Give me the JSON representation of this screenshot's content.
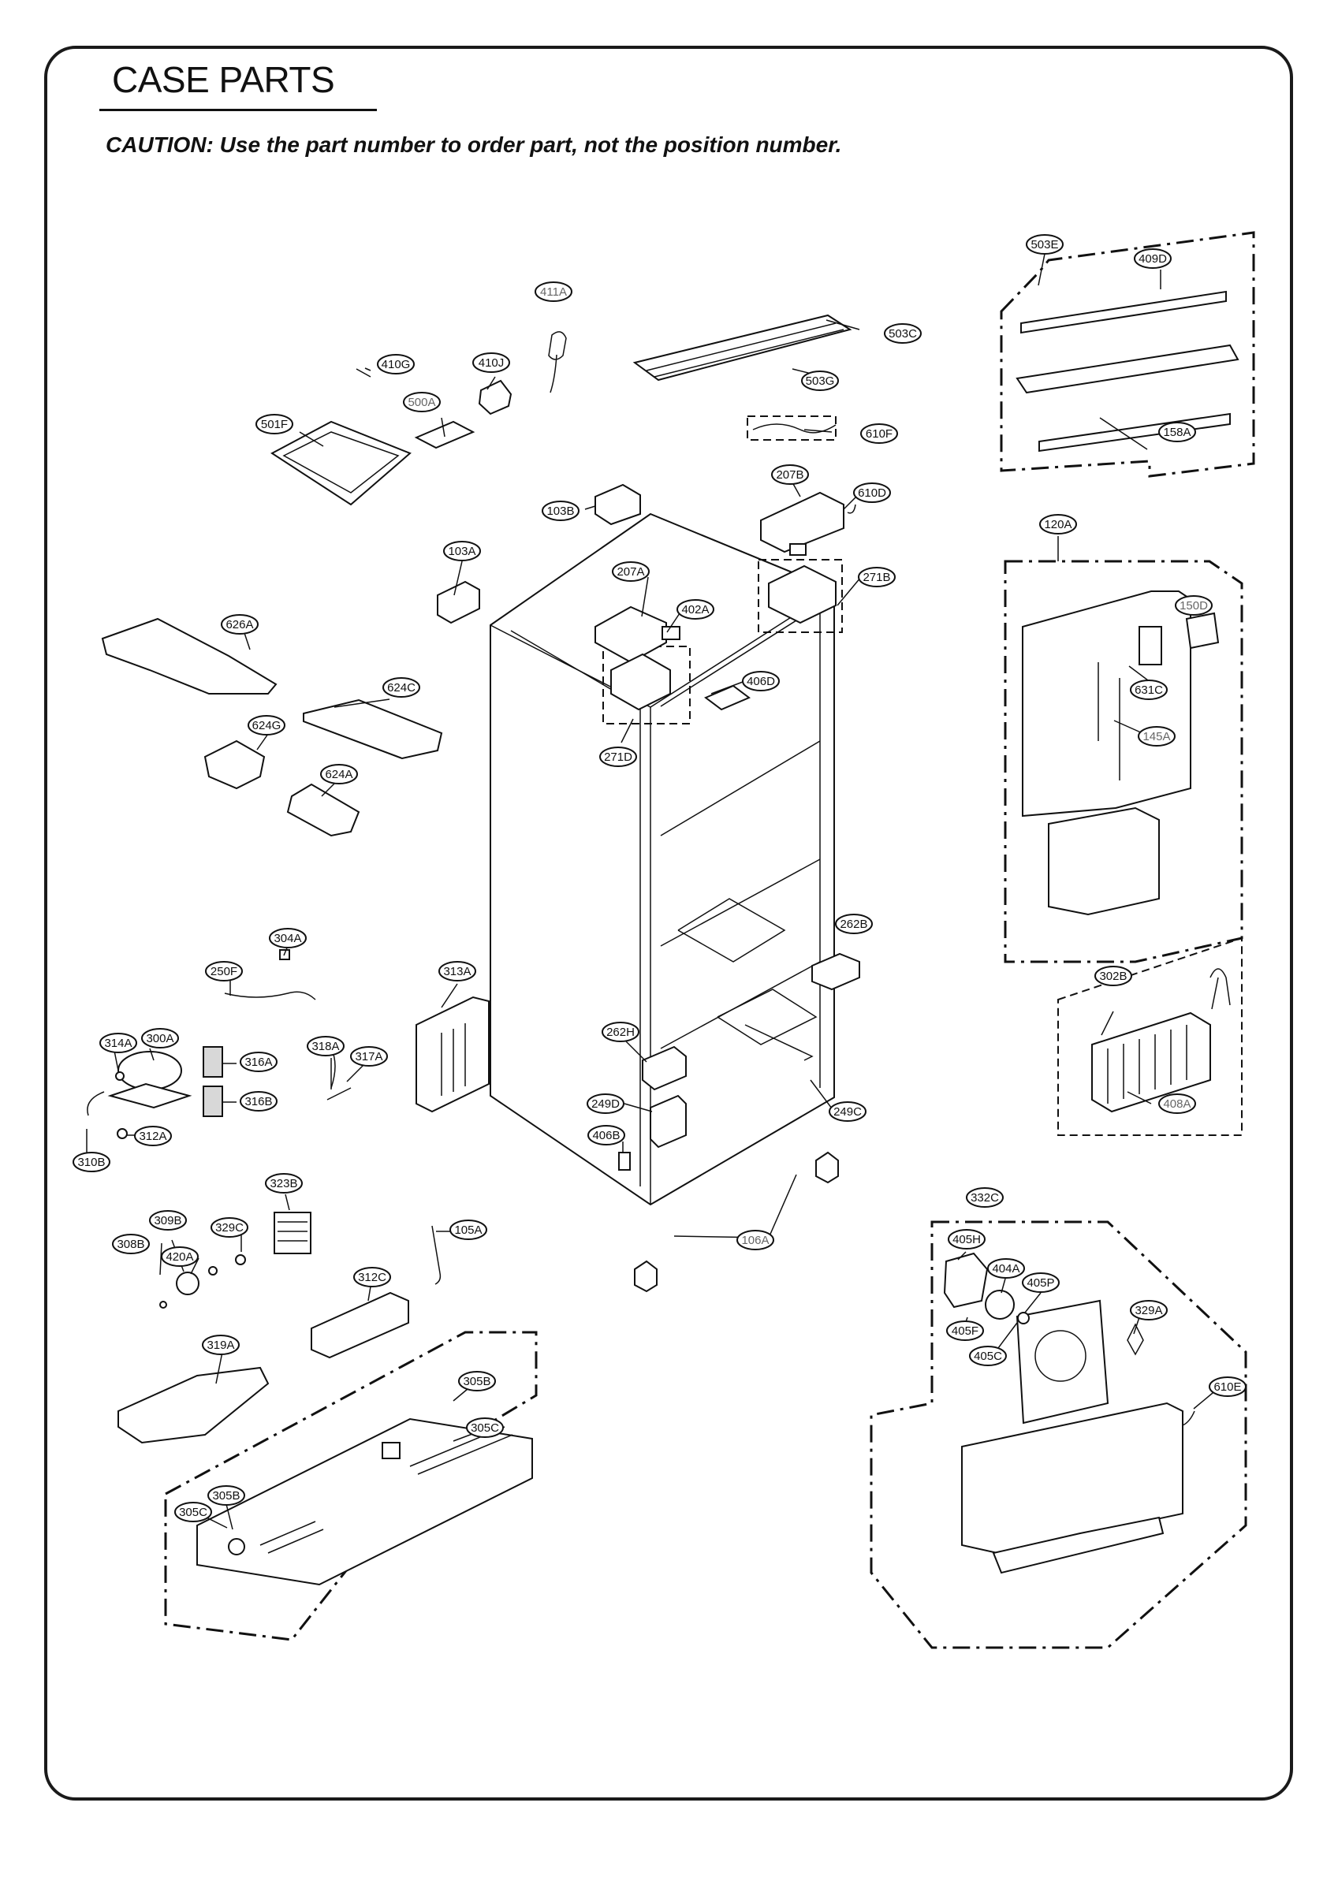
{
  "header": {
    "title": "CASE PARTS",
    "caution": "CAUTION: Use the part number to order part, not the position number."
  },
  "labels": [
    {
      "id": "503E",
      "text": "503E"
    },
    {
      "id": "409D",
      "text": "409D"
    },
    {
      "id": "411A",
      "text": "411A",
      "muted": true
    },
    {
      "id": "503C",
      "text": "503C"
    },
    {
      "id": "410G",
      "text": "410G"
    },
    {
      "id": "410J",
      "text": "410J"
    },
    {
      "id": "500A",
      "text": "500A",
      "muted": true
    },
    {
      "id": "501F",
      "text": "501F"
    },
    {
      "id": "503G",
      "text": "503G"
    },
    {
      "id": "610F",
      "text": "610F"
    },
    {
      "id": "158A",
      "text": "158A"
    },
    {
      "id": "207B",
      "text": "207B"
    },
    {
      "id": "610D",
      "text": "610D"
    },
    {
      "id": "103B",
      "text": "103B"
    },
    {
      "id": "120A",
      "text": "120A"
    },
    {
      "id": "103A",
      "text": "103A"
    },
    {
      "id": "207A",
      "text": "207A"
    },
    {
      "id": "271B",
      "text": "271B"
    },
    {
      "id": "402A",
      "text": "402A"
    },
    {
      "id": "626A",
      "text": "626A"
    },
    {
      "id": "150D",
      "text": "150D",
      "muted": true
    },
    {
      "id": "624C",
      "text": "624C"
    },
    {
      "id": "406D",
      "text": "406D"
    },
    {
      "id": "631C",
      "text": "631C"
    },
    {
      "id": "624G",
      "text": "624G"
    },
    {
      "id": "271D",
      "text": "271D"
    },
    {
      "id": "145A",
      "text": "145A",
      "muted": true
    },
    {
      "id": "624A",
      "text": "624A"
    },
    {
      "id": "304A",
      "text": "304A"
    },
    {
      "id": "262B",
      "text": "262B"
    },
    {
      "id": "250F",
      "text": "250F"
    },
    {
      "id": "313A",
      "text": "313A"
    },
    {
      "id": "302B",
      "text": "302B"
    },
    {
      "id": "300A",
      "text": "300A"
    },
    {
      "id": "314A",
      "text": "314A"
    },
    {
      "id": "262H",
      "text": "262H"
    },
    {
      "id": "318A",
      "text": "318A"
    },
    {
      "id": "316A",
      "text": "316A"
    },
    {
      "id": "317A",
      "text": "317A"
    },
    {
      "id": "316B",
      "text": "316B"
    },
    {
      "id": "249D",
      "text": "249D"
    },
    {
      "id": "249C",
      "text": "249C"
    },
    {
      "id": "408A",
      "text": "408A",
      "muted": true
    },
    {
      "id": "312A",
      "text": "312A"
    },
    {
      "id": "406B",
      "text": "406B"
    },
    {
      "id": "310B",
      "text": "310B"
    },
    {
      "id": "323B",
      "text": "323B"
    },
    {
      "id": "332C",
      "text": "332C"
    },
    {
      "id": "309B",
      "text": "309B"
    },
    {
      "id": "329C",
      "text": "329C"
    },
    {
      "id": "105A",
      "text": "105A"
    },
    {
      "id": "106A",
      "text": "106A",
      "muted": true
    },
    {
      "id": "308B",
      "text": "308B"
    },
    {
      "id": "420A",
      "text": "420A"
    },
    {
      "id": "405H",
      "text": "405H"
    },
    {
      "id": "404A",
      "text": "404A"
    },
    {
      "id": "312C",
      "text": "312C"
    },
    {
      "id": "405P",
      "text": "405P"
    },
    {
      "id": "329A",
      "text": "329A"
    },
    {
      "id": "405F",
      "text": "405F"
    },
    {
      "id": "319A",
      "text": "319A"
    },
    {
      "id": "405C",
      "text": "405C"
    },
    {
      "id": "305B-1",
      "text": "305B"
    },
    {
      "id": "610E",
      "text": "610E"
    },
    {
      "id": "305C-1",
      "text": "305C"
    },
    {
      "id": "305B-2",
      "text": "305B"
    },
    {
      "id": "305C-2",
      "text": "305C"
    }
  ]
}
